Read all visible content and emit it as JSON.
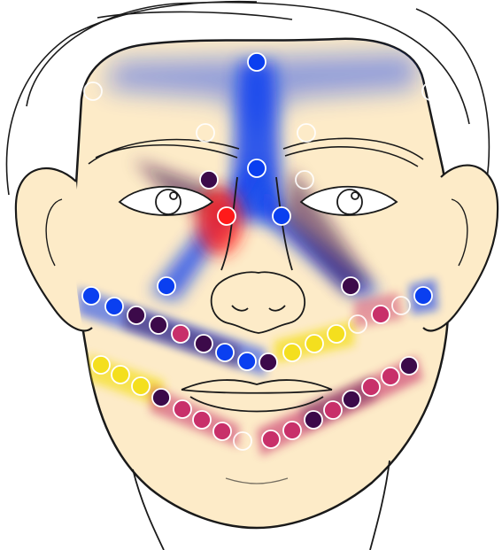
{
  "colors": {
    "background": "#ffffff",
    "skin": "#fdebc8",
    "outline": "#1a1a1a",
    "blue": "#0a3ff0",
    "red": "#ff1a1a",
    "dark_purple": "#3c0a4a",
    "magenta": "#c8306a",
    "yellow": "#f4df1e",
    "empty_point": "#ffffff"
  },
  "points": {
    "forehead_center": "blue",
    "forehead_left": "empty",
    "forehead_right": "empty",
    "brow_inner_left": "empty",
    "brow_inner_right": "empty",
    "glabella": "blue",
    "inner_eye_left": "dark_purple",
    "inner_eye_right": "empty",
    "nasal_left": "red",
    "nasal_right": "blue",
    "cheek_left": "blue",
    "cheek_right": "dark_purple",
    "upper_band": [
      "blue",
      "blue",
      "dark_purple",
      "dark_purple",
      "magenta",
      "dark_purple",
      "blue",
      "blue",
      "dark_purple",
      "yellow",
      "yellow",
      "yellow",
      "empty",
      "magenta",
      "empty",
      "blue"
    ],
    "lower_band": [
      "yellow",
      "yellow",
      "yellow",
      "dark_purple",
      "magenta",
      "magenta",
      "magenta",
      "empty",
      "magenta",
      "magenta",
      "dark_purple",
      "magenta",
      "dark_purple",
      "magenta",
      "magenta",
      "dark_purple"
    ]
  }
}
